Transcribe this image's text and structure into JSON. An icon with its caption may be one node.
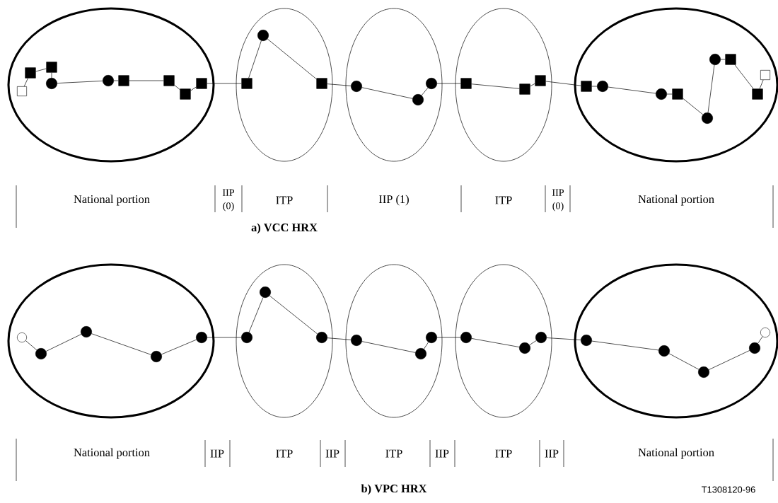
{
  "diagram": {
    "nodes": [
      {
        "text": [],
        "shape": "ellipse"
      },
      {
        "text": [],
        "shape": "ellipse"
      },
      {
        "text": [],
        "shape": "ellipse"
      },
      {
        "text": [],
        "shape": "ellipse"
      },
      {
        "text": [],
        "shape": "ellipse"
      },
      {
        "text": [],
        "shape": "ellipse"
      },
      {
        "text": [],
        "shape": "ellipse"
      },
      {
        "text": [],
        "shape": "ellipse"
      },
      {
        "text": [],
        "shape": "ellipse"
      },
      {
        "text": [],
        "shape": "ellipse"
      },
      {
        "text": [],
        "shape": "box",
        "in": 0
      },
      {
        "text": [],
        "shape": "block",
        "in": 0
      },
      {
        "text": [],
        "shape": "block",
        "in": 0
      },
      {
        "text": [],
        "shape": "dot",
        "in": 0
      },
      {
        "text": [],
        "shape": "dot",
        "in": 0
      },
      {
        "text": [],
        "shape": "block",
        "in": 0
      },
      {
        "text": [],
        "shape": "block",
        "in": 0
      },
      {
        "text": [],
        "shape": "block",
        "in": 0
      },
      {
        "text": [],
        "shape": "block",
        "in": 0
      },
      {
        "text": [],
        "shape": "block",
        "in": 1
      },
      {
        "text": [],
        "shape": "dot",
        "in": 1
      },
      {
        "text": [],
        "shape": "block",
        "in": 1
      },
      {
        "text": [],
        "shape": "dot",
        "in": 2
      },
      {
        "text": [],
        "shape": "dot",
        "in": 2
      },
      {
        "text": [],
        "shape": "dot",
        "in": 2
      },
      {
        "text": [],
        "shape": "block",
        "in": 3
      },
      {
        "text": [],
        "shape": "block",
        "in": 3
      },
      {
        "text": [],
        "shape": "block",
        "in": 3
      },
      {
        "text": [],
        "shape": "block",
        "in": 4
      },
      {
        "text": [],
        "shape": "dot",
        "in": 4
      },
      {
        "text": [],
        "shape": "dot",
        "in": 4
      },
      {
        "text": [],
        "shape": "block",
        "in": 4
      },
      {
        "text": [],
        "shape": "dot",
        "in": 4
      },
      {
        "text": [],
        "shape": "dot",
        "in": 4
      },
      {
        "text": [],
        "shape": "block",
        "in": 4
      },
      {
        "text": [],
        "shape": "block",
        "in": 4
      },
      {
        "text": [],
        "shape": "box",
        "in": 4
      },
      {
        "text": [],
        "shape": "circle",
        "in": 5
      },
      {
        "text": [],
        "shape": "dot",
        "in": 5
      },
      {
        "text": [],
        "shape": "dot",
        "in": 5
      },
      {
        "text": [],
        "shape": "dot",
        "in": 5
      },
      {
        "text": [],
        "shape": "dot",
        "in": 5
      },
      {
        "text": [],
        "shape": "dot",
        "in": 6
      },
      {
        "text": [],
        "shape": "dot",
        "in": 6
      },
      {
        "text": [],
        "shape": "dot",
        "in": 6
      },
      {
        "text": [],
        "shape": "dot",
        "in": 7
      },
      {
        "text": [],
        "shape": "dot",
        "in": 7
      },
      {
        "text": [],
        "shape": "dot",
        "in": 7
      },
      {
        "text": [],
        "shape": "dot",
        "in": 8
      },
      {
        "text": [],
        "shape": "dot",
        "in": 8
      },
      {
        "text": [],
        "shape": "dot",
        "in": 8
      },
      {
        "text": [],
        "shape": "dot",
        "in": 9
      },
      {
        "text": [],
        "shape": "dot",
        "in": 9
      },
      {
        "text": [],
        "shape": "dot",
        "in": 9
      },
      {
        "text": [],
        "shape": "dot",
        "in": 9
      },
      {
        "text": [],
        "shape": "circle",
        "in": 9
      }
    ],
    "edges": [
      {
        "from": 10,
        "to": 11,
        "arrow": "none"
      },
      {
        "from": 11,
        "to": 12,
        "arrow": "none"
      },
      {
        "from": 12,
        "to": 13,
        "arrow": "none"
      },
      {
        "from": 13,
        "to": 14,
        "arrow": "none"
      },
      {
        "from": 14,
        "to": 15,
        "arrow": "none"
      },
      {
        "from": 15,
        "to": 16,
        "arrow": "none"
      },
      {
        "from": 16,
        "to": 17,
        "arrow": "none"
      },
      {
        "from": 17,
        "to": 18,
        "arrow": "none"
      },
      {
        "from": 18,
        "to": 19,
        "arrow": "none"
      },
      {
        "from": 19,
        "to": 20,
        "arrow": "none"
      },
      {
        "from": 20,
        "to": 21,
        "arrow": "none"
      },
      {
        "from": 21,
        "to": 22,
        "arrow": "none"
      },
      {
        "from": 22,
        "to": 23,
        "arrow": "none"
      },
      {
        "from": 23,
        "to": 24,
        "arrow": "none"
      },
      {
        "from": 24,
        "to": 25,
        "arrow": "none"
      },
      {
        "from": 25,
        "to": 26,
        "arrow": "none"
      },
      {
        "from": 26,
        "to": 27,
        "arrow": "none"
      },
      {
        "from": 27,
        "to": 28,
        "arrow": "none"
      },
      {
        "from": 28,
        "to": 29,
        "arrow": "none"
      },
      {
        "from": 29,
        "to": 30,
        "arrow": "none"
      },
      {
        "from": 30,
        "to": 31,
        "arrow": "none"
      },
      {
        "from": 31,
        "to": 32,
        "arrow": "none"
      },
      {
        "from": 32,
        "to": 33,
        "arrow": "none"
      },
      {
        "from": 33,
        "to": 34,
        "arrow": "none"
      },
      {
        "from": 34,
        "to": 35,
        "arrow": "none"
      },
      {
        "from": 35,
        "to": 36,
        "arrow": "none"
      },
      {
        "from": 37,
        "to": 38,
        "arrow": "none"
      },
      {
        "from": 38,
        "to": 39,
        "arrow": "none"
      },
      {
        "from": 39,
        "to": 40,
        "arrow": "none"
      },
      {
        "from": 40,
        "to": 41,
        "arrow": "none"
      },
      {
        "from": 41,
        "to": 42,
        "arrow": "none"
      },
      {
        "from": 42,
        "to": 43,
        "arrow": "none"
      },
      {
        "from": 43,
        "to": 44,
        "arrow": "none"
      },
      {
        "from": 44,
        "to": 45,
        "arrow": "none"
      },
      {
        "from": 45,
        "to": 46,
        "arrow": "none"
      },
      {
        "from": 46,
        "to": 47,
        "arrow": "none"
      },
      {
        "from": 47,
        "to": 48,
        "arrow": "none"
      },
      {
        "from": 48,
        "to": 49,
        "arrow": "none"
      },
      {
        "from": 49,
        "to": 50,
        "arrow": "none"
      },
      {
        "from": 50,
        "to": 51,
        "arrow": "none"
      },
      {
        "from": 51,
        "to": 52,
        "arrow": "none"
      },
      {
        "from": 52,
        "to": 53,
        "arrow": "none"
      },
      {
        "from": 53,
        "to": 54,
        "arrow": "none"
      },
      {
        "from": 54,
        "to": 55,
        "arrow": "none"
      }
    ],
    "labels": [
      "National portion",
      "IIP (0)",
      "ITP",
      "IIP (1)",
      "ITP",
      "IIP (0)",
      "National portion",
      "a) VCC HRX",
      "National portion",
      "IIP",
      "ITP",
      "IIP",
      "ITP",
      "IIP",
      "ITP",
      "IIP",
      "National portion",
      "b) VPC HRX",
      "T1308120-96"
    ]
  }
}
